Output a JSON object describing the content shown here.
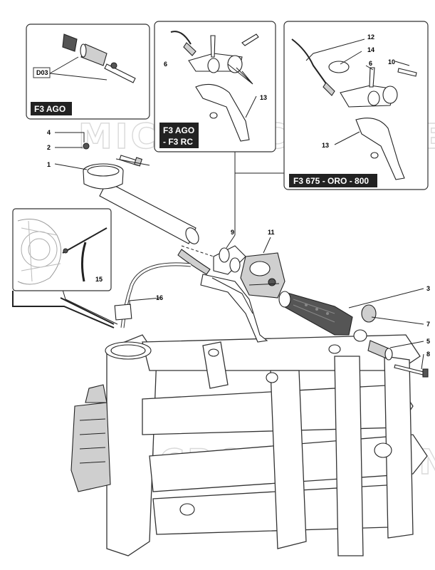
{
  "watermark_text": "MICROFICHES.NET",
  "insets": [
    {
      "id": "f3-ago",
      "label": "F3 AGO",
      "code_label": "D03"
    },
    {
      "id": "f3-ago-rc",
      "label_lines": [
        "F3 AGO",
        "- F3 RC"
      ]
    },
    {
      "id": "f3-675",
      "label": "F3 675 - ORO - 800"
    }
  ],
  "callouts": {
    "n1": "1",
    "n2": "2",
    "n3": "3",
    "n4": "4",
    "n5": "5",
    "n6a": "6",
    "n6b": "6",
    "n7": "7",
    "n8": "8",
    "n9": "9",
    "n10": "10",
    "n11": "11",
    "n12": "12",
    "n13a": "13",
    "n13b": "13",
    "n14": "14",
    "n15": "15",
    "n16": "16"
  }
}
